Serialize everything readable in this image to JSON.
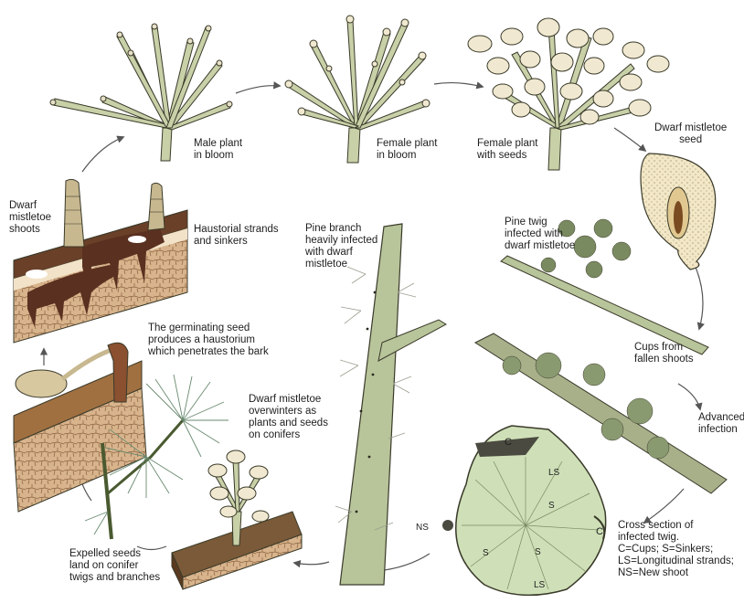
{
  "labels": {
    "male_plant": "Male plant\nin bloom",
    "female_plant": "Female plant\nin bloom",
    "female_seeds": "Female plant\nwith seeds",
    "seed": "Dwarf mistletoe\nseed",
    "shoots": "Dwarf\nmistletoe\nshoots",
    "haustorial": "Haustorial strands\nand sinkers",
    "pine_branch": "Pine branch\nheavily infected\nwith dwarf\nmistletoe",
    "pine_twig": "Pine twig\ninfected with\ndwarf mistletoe",
    "germinating": "The germinating seed\nproduces a haustorium\nwhich penetrates the bark",
    "cups_fallen": "Cups from\nfallen shoots",
    "advanced": "Advanced\ninfection",
    "overwinters": "Dwarf mistletoe\noverwinters as\nplants and seeds\non conifers",
    "cross_section": "Cross section of\ninfected twig.\nC=Cups;  S=Sinkers;\nLS=Longitudinal strands;\nNS=New shoot",
    "expelled": "Expelled seeds\nland on conifer\ntwigs and branches"
  },
  "cross_section_letters": {
    "c_top": "C",
    "c_right": "C",
    "ls_top": "LS",
    "ls_bottom": "LS",
    "s_upper": "S",
    "s_mid": "S",
    "s_left": "S",
    "ns": "NS"
  },
  "colors": {
    "plant_green": "#c8d0a8",
    "plant_outline": "#3a3a2a",
    "seed_cream": "#f0e8d0",
    "bark_brown": "#7a4a30",
    "bark_light": "#c89a70",
    "haustorium": "#5a3020",
    "branch_green": "#b8c49a",
    "foliage_grey": "#b8bcb0",
    "section_green": "#cfe0b8",
    "arrow": "#555555"
  }
}
